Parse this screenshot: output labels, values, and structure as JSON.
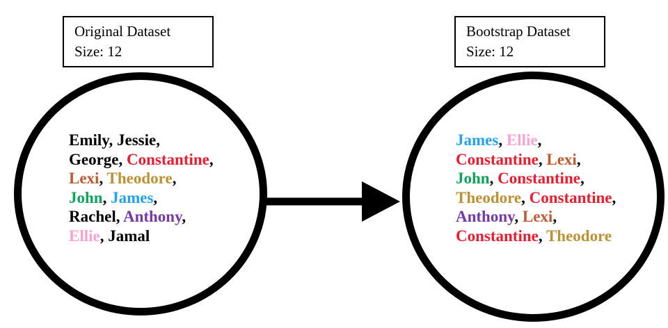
{
  "title_boxes": {
    "original": {
      "title": "Original Dataset",
      "size": "Size: 12"
    },
    "bootstrap": {
      "title": "Bootstrap Dataset",
      "size": "Size: 12"
    }
  },
  "palette": {
    "black": "#000000",
    "red": "#EC1B2D",
    "sienna": "#C05A2E",
    "gold": "#BE9233",
    "green": "#0BA45A",
    "blue": "#20A3EA",
    "purple": "#7638AA",
    "pink": "#F9A2D0"
  },
  "original_circle": {
    "lines": [
      [
        {
          "t": "Emily",
          "c": "black"
        },
        {
          "t": ", ",
          "c": "black"
        },
        {
          "t": "Jessie",
          "c": "black"
        },
        {
          "t": ",",
          "c": "black"
        }
      ],
      [
        {
          "t": "George",
          "c": "black"
        },
        {
          "t": ", ",
          "c": "black"
        },
        {
          "t": "Constantine",
          "c": "red"
        },
        {
          "t": ",",
          "c": "black"
        }
      ],
      [
        {
          "t": "Lexi",
          "c": "sienna"
        },
        {
          "t": ", ",
          "c": "black"
        },
        {
          "t": "Theodore",
          "c": "gold"
        },
        {
          "t": ",",
          "c": "black"
        }
      ],
      [
        {
          "t": "John",
          "c": "green"
        },
        {
          "t": ", ",
          "c": "black"
        },
        {
          "t": "James",
          "c": "blue"
        },
        {
          "t": ",",
          "c": "black"
        }
      ],
      [
        {
          "t": "Rachel",
          "c": "black"
        },
        {
          "t": ", ",
          "c": "black"
        },
        {
          "t": "Anthony",
          "c": "purple"
        },
        {
          "t": ",",
          "c": "black"
        }
      ],
      [
        {
          "t": "Ellie",
          "c": "pink"
        },
        {
          "t": ", ",
          "c": "black"
        },
        {
          "t": "Jamal",
          "c": "black"
        }
      ]
    ]
  },
  "bootstrap_circle": {
    "lines": [
      [
        {
          "t": "James",
          "c": "blue"
        },
        {
          "t": ", ",
          "c": "black"
        },
        {
          "t": "Ellie",
          "c": "pink"
        },
        {
          "t": ",",
          "c": "black"
        }
      ],
      [
        {
          "t": "Constantine",
          "c": "red"
        },
        {
          "t": ", ",
          "c": "black"
        },
        {
          "t": "Lexi",
          "c": "sienna"
        },
        {
          "t": ",",
          "c": "black"
        }
      ],
      [
        {
          "t": "John",
          "c": "green"
        },
        {
          "t": ", ",
          "c": "black"
        },
        {
          "t": "Constantine",
          "c": "red"
        },
        {
          "t": ",",
          "c": "black"
        }
      ],
      [
        {
          "t": "Theodore",
          "c": "gold"
        },
        {
          "t": ", ",
          "c": "black"
        },
        {
          "t": "Constantine",
          "c": "red"
        },
        {
          "t": ",",
          "c": "black"
        }
      ],
      [
        {
          "t": "Anthony",
          "c": "purple"
        },
        {
          "t": ", ",
          "c": "black"
        },
        {
          "t": "Lexi",
          "c": "sienna"
        },
        {
          "t": ",",
          "c": "black"
        }
      ],
      [
        {
          "t": "Constantine",
          "c": "red"
        },
        {
          "t": ", ",
          "c": "black"
        },
        {
          "t": "Theodore",
          "c": "gold"
        }
      ]
    ]
  },
  "arrow": {
    "direction": "right",
    "color": "#000000"
  }
}
